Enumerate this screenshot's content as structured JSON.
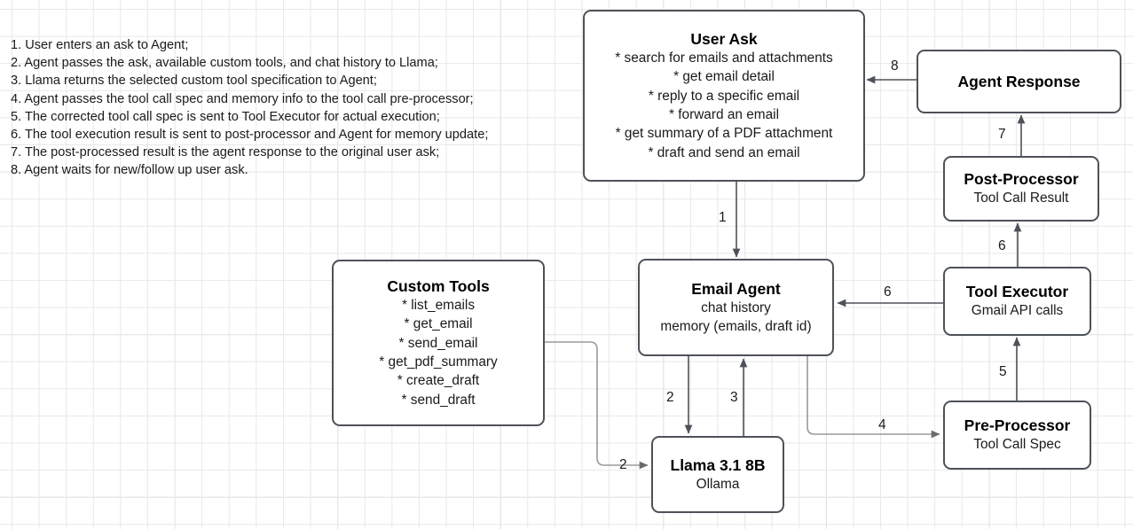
{
  "legend": {
    "lines": [
      "1. User enters an ask to Agent;",
      "2. Agent passes the ask, available custom tools, and chat history to Llama;",
      "3. Llama returns the selected custom tool specification to Agent;",
      "4. Agent passes the tool call spec and memory info to the tool call pre-processor;",
      "5. The corrected tool call spec is sent to Tool Executor for actual execution;",
      "6. The tool execution result is sent to post-processor and Agent for memory update;",
      "7. The post-processed result is the agent response to the original user ask;",
      "8. Agent waits for new/follow up user ask."
    ]
  },
  "nodes": {
    "user_ask": {
      "title": "User Ask",
      "items": [
        "* search for emails and attachments",
        "* get email detail",
        "* reply to a specific email",
        "* forward an email",
        "* get summary of a PDF attachment",
        "* draft and send an email"
      ]
    },
    "agent_response": {
      "title": "Agent Response"
    },
    "post_processor": {
      "title": "Post-Processor",
      "subtitle": "Tool Call Result"
    },
    "tool_executor": {
      "title": "Tool Executor",
      "subtitle": "Gmail API calls"
    },
    "pre_processor": {
      "title": "Pre-Processor",
      "subtitle": "Tool Call Spec"
    },
    "custom_tools": {
      "title": "Custom Tools",
      "items": [
        "* list_emails",
        "* get_email",
        "* send_email",
        "* get_pdf_summary",
        "* create_draft",
        "* send_draft"
      ]
    },
    "email_agent": {
      "title": "Email Agent",
      "line1": "chat history",
      "line2": "memory (emails, draft id)"
    },
    "llama": {
      "title": "Llama 3.1 8B",
      "subtitle": "Ollama"
    }
  },
  "edges": [
    {
      "id": "user-ask-to-email-agent",
      "label": "1"
    },
    {
      "id": "email-agent-to-llama",
      "label": "2"
    },
    {
      "id": "custom-tools-to-llama",
      "label": "2"
    },
    {
      "id": "llama-to-email-agent",
      "label": "3"
    },
    {
      "id": "email-agent-to-pre-processor",
      "label": "4"
    },
    {
      "id": "pre-processor-to-tool-executor",
      "label": "5"
    },
    {
      "id": "tool-executor-to-email-agent",
      "label": "6"
    },
    {
      "id": "tool-executor-to-post-processor",
      "label": "6"
    },
    {
      "id": "post-processor-to-agent-response",
      "label": "7"
    },
    {
      "id": "agent-response-to-user-ask",
      "label": "8"
    }
  ],
  "colors": {
    "node_border": "#4d5159",
    "wire_dark": "#4d5159",
    "wire_grey": "#9a9a9a",
    "grid_minor": "#e8e8e8",
    "grid_major": "#d4d4d4",
    "text": "#1a1a1a"
  }
}
